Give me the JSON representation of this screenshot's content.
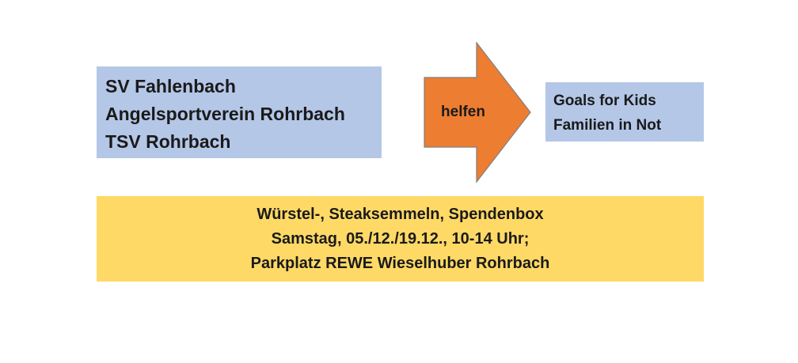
{
  "left_box": {
    "lines": [
      "SV Fahlenbach",
      "Angelsportverein Rohrbach",
      "TSV Rohrbach"
    ],
    "color": "#b4c7e7"
  },
  "arrow": {
    "label": "helfen",
    "color": "#ed7d31"
  },
  "right_box": {
    "lines": [
      "Goals for Kids",
      "Familien in Not"
    ],
    "color": "#b4c7e7"
  },
  "bottom_box": {
    "lines": [
      "Würstel-, Steaksemmeln, Spendenbox",
      "Samstag, 05./12./19.12., 10-14 Uhr;",
      "Parkplatz REWE Wieselhuber Rohrbach"
    ],
    "color": "#ffd966"
  }
}
